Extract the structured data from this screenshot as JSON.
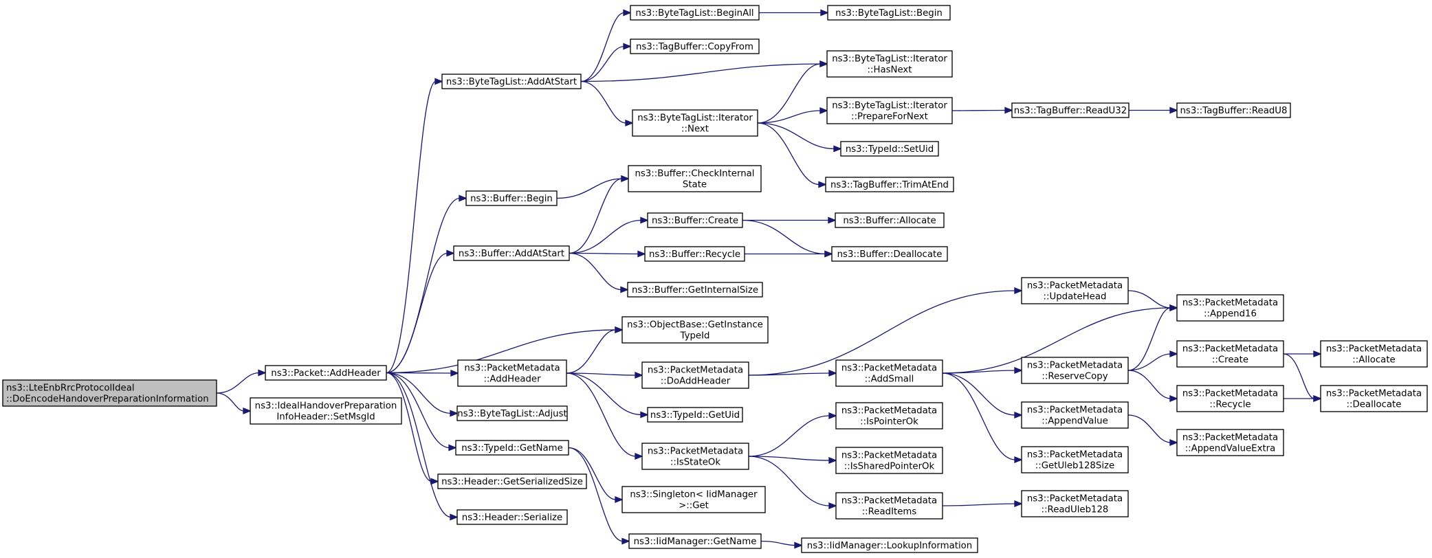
{
  "colors": {
    "edge": "#191970",
    "node_fill": "#ffffff",
    "root_fill": "#bfbfbf",
    "node_border": "#000000"
  },
  "nodes": [
    {
      "id": "root",
      "lines": [
        "ns3::LteEnbRrcProtocolIdeal",
        "::DoEncodeHandoverPreparationInformation"
      ],
      "root": true
    },
    {
      "id": "addheader",
      "lines": [
        "ns3::Packet::AddHeader"
      ]
    },
    {
      "id": "setmsgid",
      "lines": [
        "ns3::IdealHandoverPreparation",
        "InfoHeader::SetMsgId"
      ]
    },
    {
      "id": "btl_addatstart",
      "lines": [
        "ns3::ByteTagList::AddAtStart"
      ]
    },
    {
      "id": "buf_begin",
      "lines": [
        "ns3::Buffer::Begin"
      ]
    },
    {
      "id": "buf_addatstart",
      "lines": [
        "ns3::Buffer::AddAtStart"
      ]
    },
    {
      "id": "pm_addheader",
      "lines": [
        "ns3::PacketMetadata",
        "::AddHeader"
      ]
    },
    {
      "id": "btl_adjust",
      "lines": [
        "ns3::ByteTagList::Adjust"
      ]
    },
    {
      "id": "tid_getname",
      "lines": [
        "ns3::TypeId::GetName"
      ]
    },
    {
      "id": "hdr_getsersize",
      "lines": [
        "ns3::Header::GetSerializedSize"
      ]
    },
    {
      "id": "hdr_serialize",
      "lines": [
        "ns3::Header::Serialize"
      ]
    },
    {
      "id": "btl_beginall",
      "lines": [
        "ns3::ByteTagList::BeginAll"
      ]
    },
    {
      "id": "tb_copyfrom",
      "lines": [
        "ns3::TagBuffer::CopyFrom"
      ]
    },
    {
      "id": "btl_it_next",
      "lines": [
        "ns3::ByteTagList::Iterator",
        "::Next"
      ]
    },
    {
      "id": "buf_checkinternal",
      "lines": [
        "ns3::Buffer::CheckInternal",
        "State"
      ]
    },
    {
      "id": "buf_create",
      "lines": [
        "ns3::Buffer::Create"
      ]
    },
    {
      "id": "buf_recycle",
      "lines": [
        "ns3::Buffer::Recycle"
      ]
    },
    {
      "id": "buf_getinternalsize",
      "lines": [
        "ns3::Buffer::GetInternalSize"
      ]
    },
    {
      "id": "ob_getinstancetypeid",
      "lines": [
        "ns3::ObjectBase::GetInstance",
        "TypeId"
      ]
    },
    {
      "id": "pm_doaddheader",
      "lines": [
        "ns3::PacketMetadata",
        "::DoAddHeader"
      ]
    },
    {
      "id": "tid_getuid",
      "lines": [
        "ns3::TypeId::GetUid"
      ]
    },
    {
      "id": "pm_isstateok",
      "lines": [
        "ns3::PacketMetadata",
        "::IsStateOk"
      ]
    },
    {
      "id": "singleton_get",
      "lines": [
        "ns3::Singleton< IidManager",
        ">::Get"
      ]
    },
    {
      "id": "iid_getname",
      "lines": [
        "ns3::IidManager::GetName"
      ]
    },
    {
      "id": "btl_begin",
      "lines": [
        "ns3::ByteTagList::Begin"
      ]
    },
    {
      "id": "btl_it_hasnext",
      "lines": [
        "ns3::ByteTagList::Iterator",
        "::HasNext"
      ]
    },
    {
      "id": "btl_it_prepfornext",
      "lines": [
        "ns3::ByteTagList::Iterator",
        "::PrepareForNext"
      ]
    },
    {
      "id": "tid_setuid",
      "lines": [
        "ns3::TypeId::SetUid"
      ]
    },
    {
      "id": "tb_trimatend",
      "lines": [
        "ns3::TagBuffer::TrimAtEnd"
      ]
    },
    {
      "id": "buf_allocate",
      "lines": [
        "ns3::Buffer::Allocate"
      ]
    },
    {
      "id": "buf_deallocate",
      "lines": [
        "ns3::Buffer::Deallocate"
      ]
    },
    {
      "id": "pm_addsmall",
      "lines": [
        "ns3::PacketMetadata",
        "::AddSmall"
      ]
    },
    {
      "id": "pm_ispointerok",
      "lines": [
        "ns3::PacketMetadata",
        "::IsPointerOk"
      ]
    },
    {
      "id": "pm_issharedpointerok",
      "lines": [
        "ns3::PacketMetadata",
        "::IsSharedPointerOk"
      ]
    },
    {
      "id": "pm_readitems",
      "lines": [
        "ns3::PacketMetadata",
        "::ReadItems"
      ]
    },
    {
      "id": "iid_lookupinfo",
      "lines": [
        "ns3::IidManager::LookupInformation"
      ]
    },
    {
      "id": "tb_readu32",
      "lines": [
        "ns3::TagBuffer::ReadU32"
      ]
    },
    {
      "id": "pm_updatehead",
      "lines": [
        "ns3::PacketMetadata",
        "::UpdateHead"
      ]
    },
    {
      "id": "pm_reservecopy",
      "lines": [
        "ns3::PacketMetadata",
        "::ReserveCopy"
      ]
    },
    {
      "id": "pm_appendvalue",
      "lines": [
        "ns3::PacketMetadata",
        "::AppendValue"
      ]
    },
    {
      "id": "pm_getuleb128size",
      "lines": [
        "ns3::PacketMetadata",
        "::GetUleb128Size"
      ]
    },
    {
      "id": "pm_readuleb128",
      "lines": [
        "ns3::PacketMetadata",
        "::ReadUleb128"
      ]
    },
    {
      "id": "tb_readu8",
      "lines": [
        "ns3::TagBuffer::ReadU8"
      ]
    },
    {
      "id": "pm_append16",
      "lines": [
        "ns3::PacketMetadata",
        "::Append16"
      ]
    },
    {
      "id": "pm_create",
      "lines": [
        "ns3::PacketMetadata",
        "::Create"
      ]
    },
    {
      "id": "pm_recycle",
      "lines": [
        "ns3::PacketMetadata",
        "::Recycle"
      ]
    },
    {
      "id": "pm_appendvalueextra",
      "lines": [
        "ns3::PacketMetadata",
        "::AppendValueExtra"
      ]
    },
    {
      "id": "pm_allocate",
      "lines": [
        "ns3::PacketMetadata",
        "::Allocate"
      ]
    },
    {
      "id": "pm_deallocate",
      "lines": [
        "ns3::PacketMetadata",
        "::Deallocate"
      ]
    }
  ],
  "edges": [
    [
      "root",
      "addheader"
    ],
    [
      "root",
      "setmsgid"
    ],
    [
      "addheader",
      "btl_addatstart"
    ],
    [
      "addheader",
      "buf_begin"
    ],
    [
      "addheader",
      "buf_addatstart"
    ],
    [
      "addheader",
      "ob_getinstancetypeid"
    ],
    [
      "addheader",
      "pm_addheader"
    ],
    [
      "addheader",
      "btl_adjust"
    ],
    [
      "addheader",
      "tid_getname"
    ],
    [
      "addheader",
      "hdr_getsersize"
    ],
    [
      "addheader",
      "hdr_serialize"
    ],
    [
      "btl_addatstart",
      "btl_beginall"
    ],
    [
      "btl_addatstart",
      "tb_copyfrom"
    ],
    [
      "btl_addatstart",
      "btl_it_hasnext"
    ],
    [
      "btl_addatstart",
      "btl_it_next"
    ],
    [
      "btl_beginall",
      "btl_begin"
    ],
    [
      "btl_it_next",
      "btl_it_hasnext"
    ],
    [
      "btl_it_next",
      "btl_it_prepfornext"
    ],
    [
      "btl_it_next",
      "tid_setuid"
    ],
    [
      "btl_it_next",
      "tb_trimatend"
    ],
    [
      "btl_it_prepfornext",
      "tb_readu32"
    ],
    [
      "tb_readu32",
      "tb_readu8"
    ],
    [
      "buf_begin",
      "buf_checkinternal"
    ],
    [
      "buf_addatstart",
      "buf_checkinternal"
    ],
    [
      "buf_addatstart",
      "buf_create"
    ],
    [
      "buf_addatstart",
      "buf_recycle"
    ],
    [
      "buf_addatstart",
      "buf_getinternalsize"
    ],
    [
      "buf_create",
      "buf_allocate"
    ],
    [
      "buf_create",
      "buf_deallocate"
    ],
    [
      "buf_recycle",
      "buf_deallocate"
    ],
    [
      "pm_addheader",
      "ob_getinstancetypeid"
    ],
    [
      "pm_addheader",
      "pm_doaddheader"
    ],
    [
      "pm_addheader",
      "tid_getuid"
    ],
    [
      "pm_addheader",
      "pm_isstateok"
    ],
    [
      "pm_doaddheader",
      "pm_updatehead"
    ],
    [
      "pm_doaddheader",
      "pm_addsmall"
    ],
    [
      "pm_addsmall",
      "pm_append16"
    ],
    [
      "pm_addsmall",
      "pm_reservecopy"
    ],
    [
      "pm_addsmall",
      "pm_appendvalue"
    ],
    [
      "pm_addsmall",
      "pm_getuleb128size"
    ],
    [
      "pm_updatehead",
      "pm_append16"
    ],
    [
      "pm_reservecopy",
      "pm_append16"
    ],
    [
      "pm_reservecopy",
      "pm_create"
    ],
    [
      "pm_reservecopy",
      "pm_recycle"
    ],
    [
      "pm_create",
      "pm_allocate"
    ],
    [
      "pm_create",
      "pm_deallocate"
    ],
    [
      "pm_recycle",
      "pm_deallocate"
    ],
    [
      "pm_appendvalue",
      "pm_appendvalueextra"
    ],
    [
      "pm_isstateok",
      "pm_ispointerok"
    ],
    [
      "pm_isstateok",
      "pm_issharedpointerok"
    ],
    [
      "pm_isstateok",
      "pm_readitems"
    ],
    [
      "pm_readitems",
      "pm_readuleb128"
    ],
    [
      "tid_getname",
      "singleton_get"
    ],
    [
      "tid_getname",
      "iid_getname"
    ],
    [
      "iid_getname",
      "iid_lookupinfo"
    ]
  ]
}
